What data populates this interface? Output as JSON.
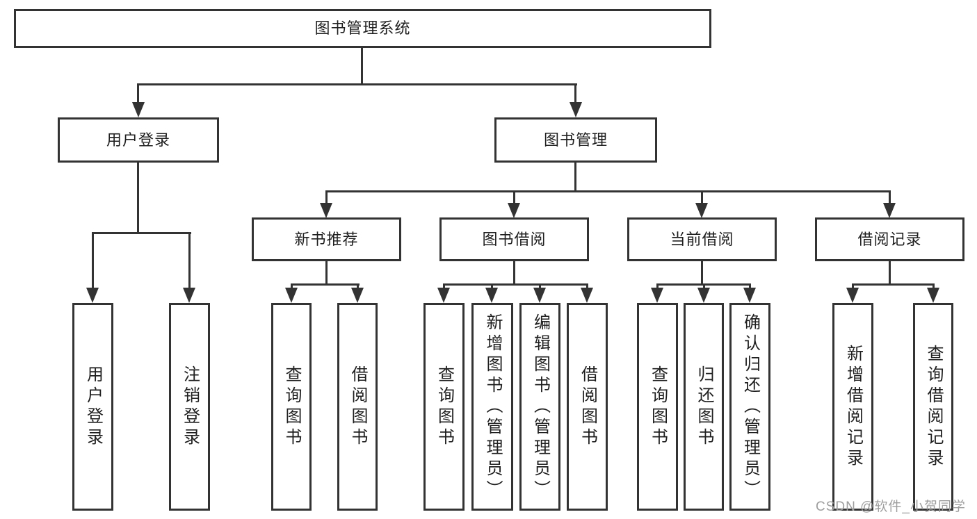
{
  "nodes": {
    "root": {
      "label": "图书管理系统"
    },
    "user_login": {
      "label": "用户登录"
    },
    "book_management": {
      "label": "图书管理"
    },
    "new_book_recommend": {
      "label": "新书推荐"
    },
    "book_borrowing": {
      "label": "图书借阅"
    },
    "current_borrowing": {
      "label": "当前借阅"
    },
    "borrowing_records": {
      "label": "借阅记录"
    },
    "leaves": {
      "user_login_group": [
        "用户登录",
        "注销登录"
      ],
      "new_book_group": [
        "查询图书",
        "借阅图书"
      ],
      "book_borrowing_group": [
        "查询图书",
        "新增图书（管理员）",
        "编辑图书（管理员）",
        "借阅图书"
      ],
      "current_borrowing_group": [
        "查询图书",
        "归还图书",
        "确认归还（管理员）"
      ],
      "borrowing_records_group": [
        "新增借阅记录",
        "查询借阅记录"
      ]
    }
  },
  "watermark": "CSDN @软件_小贺同学",
  "colors": {
    "line": "#333333",
    "text": "#1f1f1f",
    "watermark": "#9e9e9e",
    "background": "#ffffff"
  }
}
